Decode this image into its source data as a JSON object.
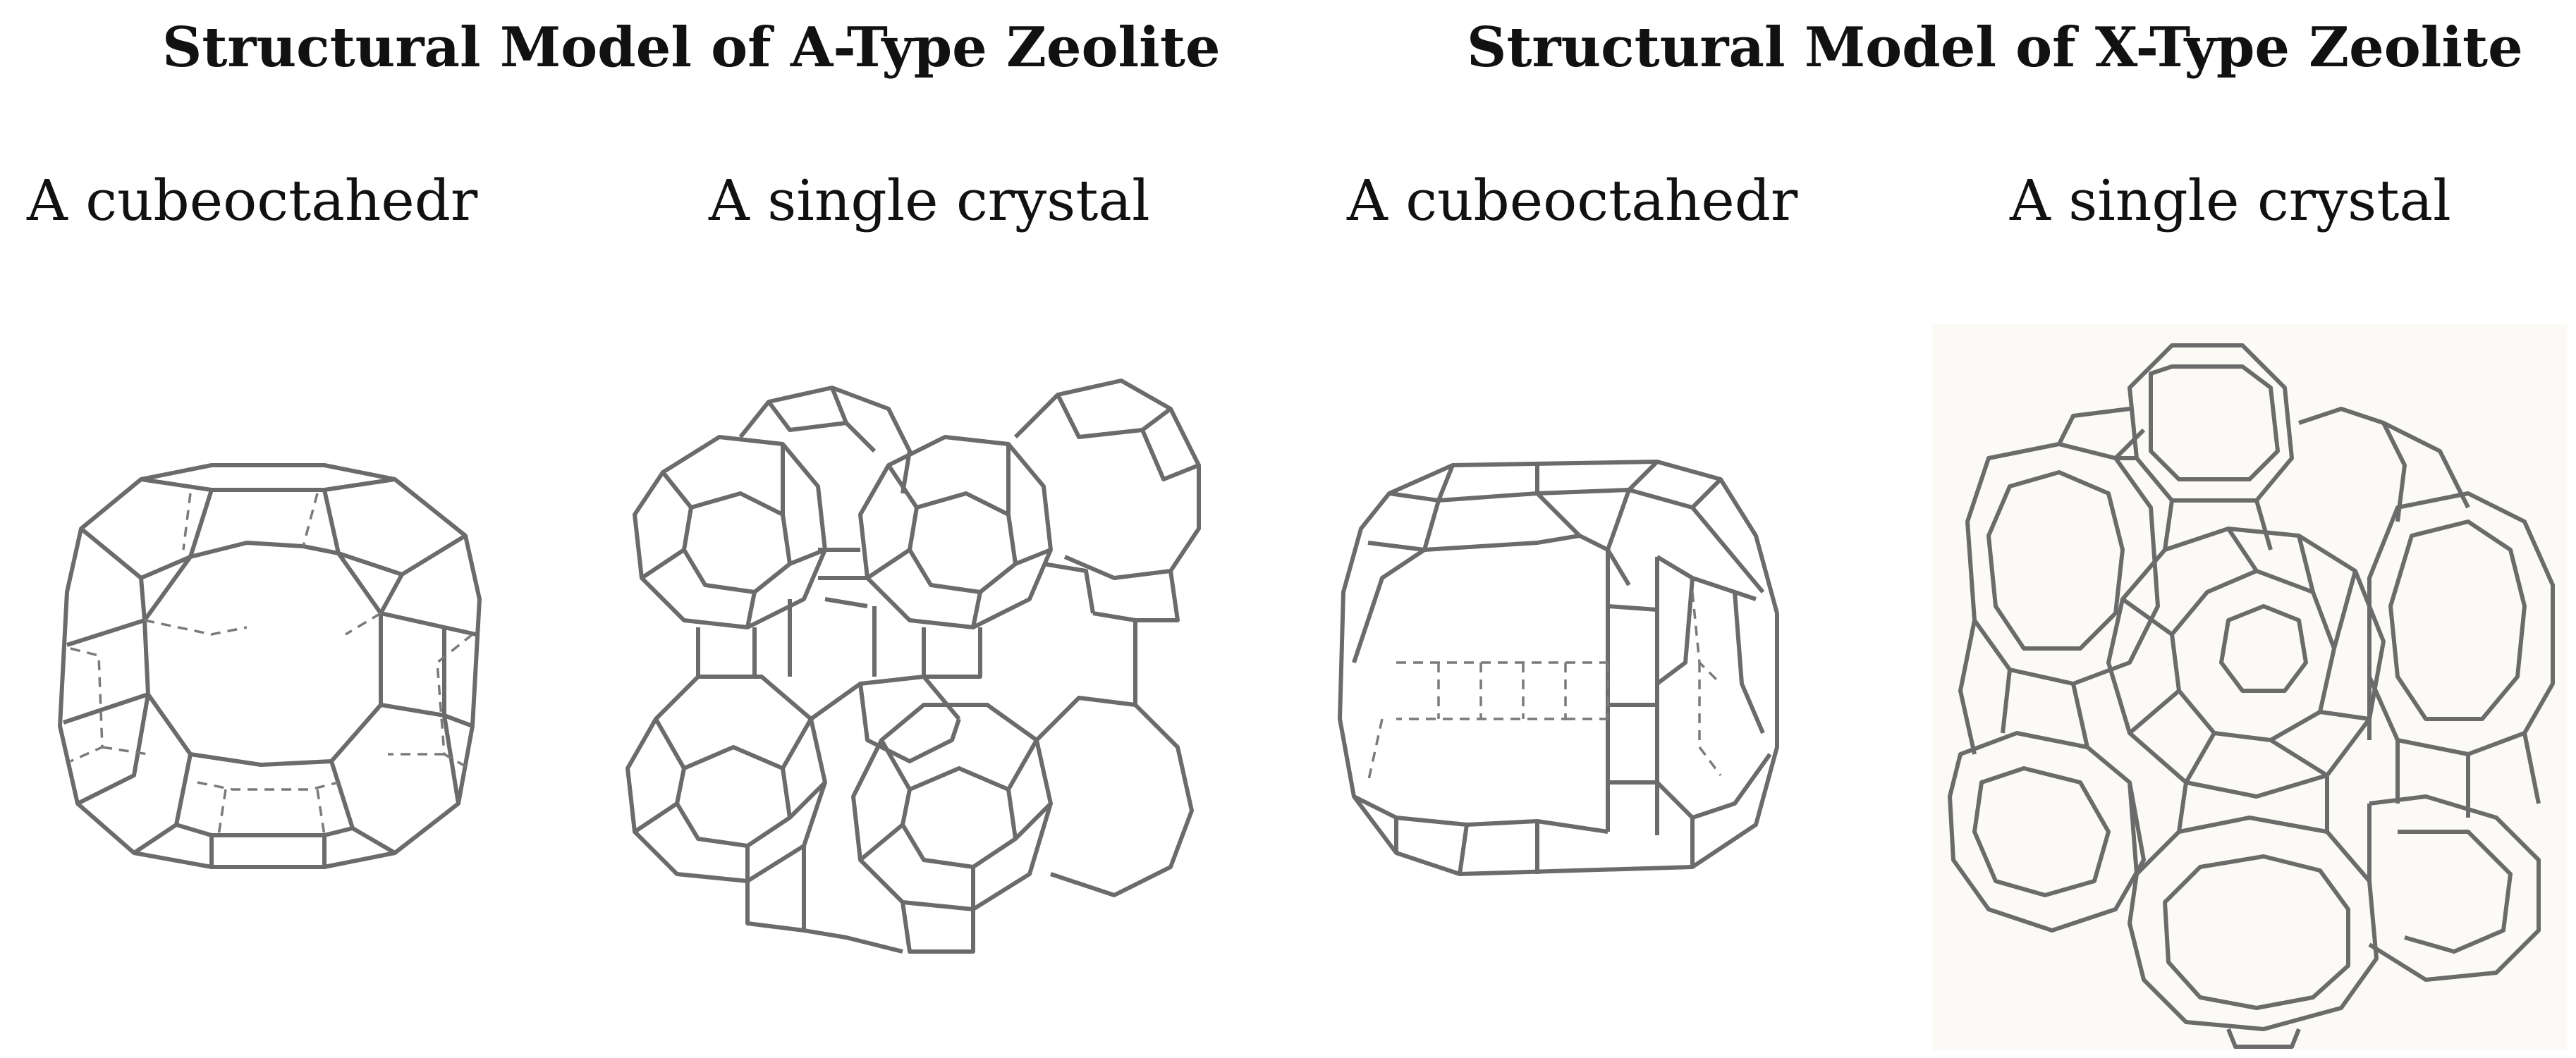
{
  "panels": [
    {
      "title": "Structural Model of A-Type Zeolite",
      "left_caption": "A cubeoctahedr",
      "right_caption": "A single crystal"
    },
    {
      "title": "Structural Model of X-Type Zeolite",
      "left_caption": "A cubeoctahedr",
      "right_caption": "A single crystal"
    }
  ]
}
